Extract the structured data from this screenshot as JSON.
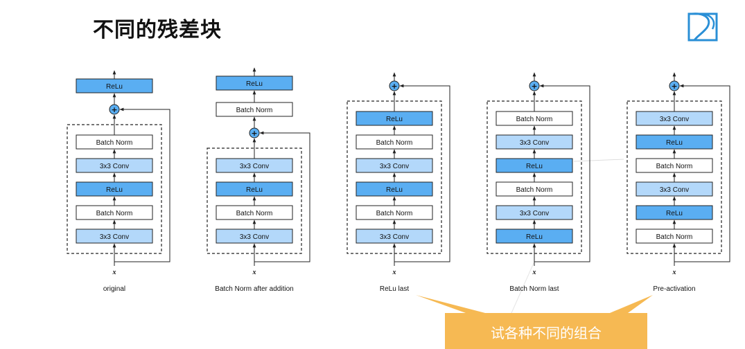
{
  "title": "不同的残差块",
  "colors": {
    "relu": "#5aaef2",
    "conv": "#b3d8fa",
    "bn": "#ffffff",
    "border": "#222222",
    "callout": "#f6b953",
    "logo": "#2a8fd6"
  },
  "input_symbol": "x",
  "add_symbol": "+",
  "callout": "试各种不同的组合",
  "variants": [
    {
      "id": "original",
      "caption": "original",
      "inside": [
        {
          "label": "3x3 Conv",
          "kind": "conv"
        },
        {
          "label": "Batch Norm",
          "kind": "bn"
        },
        {
          "label": "ReLu",
          "kind": "relu"
        },
        {
          "label": "3x3 Conv",
          "kind": "conv"
        },
        {
          "label": "Batch Norm",
          "kind": "bn"
        }
      ],
      "after": [
        {
          "label": "ReLu",
          "kind": "relu"
        }
      ]
    },
    {
      "id": "bn-after-addition",
      "caption": "Batch Norm after addition",
      "inside": [
        {
          "label": "3x3 Conv",
          "kind": "conv"
        },
        {
          "label": "Batch Norm",
          "kind": "bn"
        },
        {
          "label": "ReLu",
          "kind": "relu"
        },
        {
          "label": "3x3 Conv",
          "kind": "conv"
        }
      ],
      "after": [
        {
          "label": "Batch Norm",
          "kind": "bn"
        },
        {
          "label": "ReLu",
          "kind": "relu"
        }
      ]
    },
    {
      "id": "relu-last",
      "caption": "ReLu last",
      "inside": [
        {
          "label": "3x3 Conv",
          "kind": "conv"
        },
        {
          "label": "Batch Norm",
          "kind": "bn"
        },
        {
          "label": "ReLu",
          "kind": "relu"
        },
        {
          "label": "3x3 Conv",
          "kind": "conv"
        },
        {
          "label": "Batch Norm",
          "kind": "bn"
        },
        {
          "label": "ReLu",
          "kind": "relu"
        }
      ],
      "after": []
    },
    {
      "id": "bn-last",
      "caption": "Batch Norm last",
      "inside": [
        {
          "label": "ReLu",
          "kind": "relu"
        },
        {
          "label": "3x3 Conv",
          "kind": "conv"
        },
        {
          "label": "Batch Norm",
          "kind": "bn"
        },
        {
          "label": "ReLu",
          "kind": "relu"
        },
        {
          "label": "3x3 Conv",
          "kind": "conv"
        },
        {
          "label": "Batch Norm",
          "kind": "bn"
        }
      ],
      "after": []
    },
    {
      "id": "pre-activation",
      "caption": "Pre-activation",
      "inside": [
        {
          "label": "Batch Norm",
          "kind": "bn"
        },
        {
          "label": "ReLu",
          "kind": "relu"
        },
        {
          "label": "3x3 Conv",
          "kind": "conv"
        },
        {
          "label": "Batch Norm",
          "kind": "bn"
        },
        {
          "label": "ReLu",
          "kind": "relu"
        },
        {
          "label": "3x3 Conv",
          "kind": "conv"
        }
      ],
      "after": []
    }
  ]
}
